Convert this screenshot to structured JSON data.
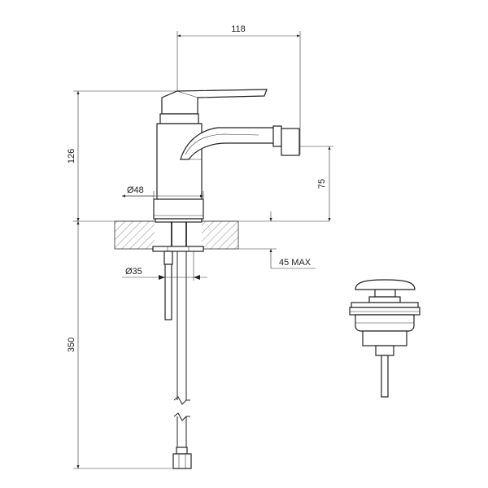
{
  "dimensions": {
    "spout_reach": "118",
    "total_height": "126",
    "spout_height": "75",
    "base_diameter": "Ø48",
    "shank_diameter": "Ø35",
    "max_deck_thickness": "45 MAX",
    "hose_length": "350"
  }
}
